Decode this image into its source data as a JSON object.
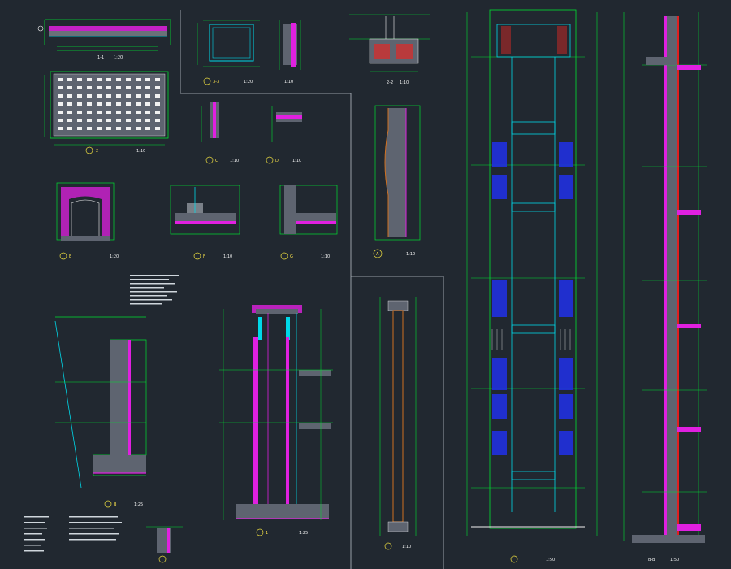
{
  "drawing": {
    "colors": {
      "background": "#212830",
      "green": "#00e030",
      "cyan": "#00d8e8",
      "magenta": "#e020e0",
      "yellow": "#f0e040",
      "red": "#e02020",
      "blue": "#2030e0",
      "white": "#f2f2f2",
      "grey": "#9aa3ad"
    },
    "scale_labels": {
      "s1": "1:20",
      "s2": "1:10",
      "s3": "1:50",
      "s4": "1:25"
    },
    "detail_tags": {
      "d1": "1-1",
      "d2": "2-2",
      "d3": "3-3",
      "d4": "A",
      "d5": "B",
      "d6": "C",
      "d7": "D",
      "d8": "E",
      "d9": "F",
      "d10": "G",
      "d11": "1",
      "d12": "2"
    },
    "section_tag": "B-B"
  }
}
